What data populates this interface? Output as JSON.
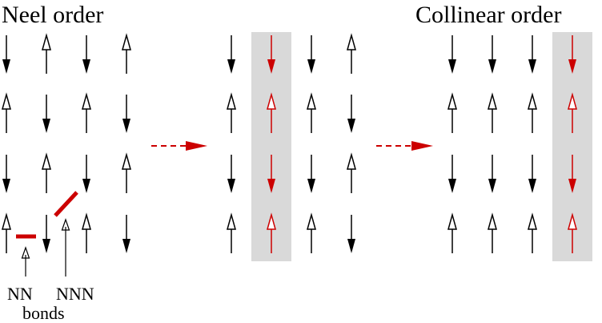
{
  "titles": {
    "left": "Neel order",
    "right": "Collinear order"
  },
  "labels": {
    "nn": "NN",
    "nnn": "NNN",
    "bonds": "bonds"
  },
  "colors": {
    "spin": "#000000",
    "highlight_spin": "#cc0000",
    "column_shade": "#d9d9d9",
    "bond": "#cc0000",
    "transition_arrow": "#cc0000"
  },
  "lattices": [
    {
      "id": "neel",
      "spins": [
        [
          "down",
          "up",
          "down",
          "up"
        ],
        [
          "up",
          "down",
          "up",
          "down"
        ],
        [
          "down",
          "up",
          "down",
          "up"
        ],
        [
          "up",
          "down",
          "up",
          "down"
        ]
      ],
      "highlight_column": null
    },
    {
      "id": "intermediate",
      "spins": [
        [
          "down",
          "down",
          "down",
          "up"
        ],
        [
          "up",
          "up",
          "up",
          "down"
        ],
        [
          "down",
          "down",
          "down",
          "up"
        ],
        [
          "up",
          "up",
          "up",
          "down"
        ]
      ],
      "highlight_column": 1
    },
    {
      "id": "collinear",
      "spins": [
        [
          "down",
          "down",
          "down",
          "down"
        ],
        [
          "up",
          "up",
          "up",
          "up"
        ],
        [
          "down",
          "down",
          "down",
          "down"
        ],
        [
          "up",
          "up",
          "up",
          "up"
        ]
      ],
      "highlight_column": 3
    }
  ],
  "transitions": 2
}
